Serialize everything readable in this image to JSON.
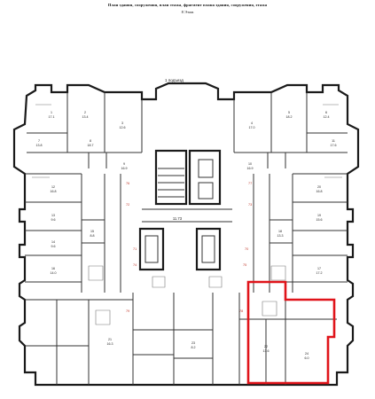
{
  "header": {
    "title": "План здания, сооружения, план этажа, фрагмент плана здания, сооружения, этажа",
    "floor": "8 Этаж"
  },
  "plan": {
    "entrance": "1 подъезд",
    "elevator_hall": "11.73",
    "rooms": [
      {
        "num": "1",
        "area": "17.1"
      },
      {
        "num": "2",
        "area": "13.4"
      },
      {
        "num": "3",
        "area": "12.6"
      },
      {
        "num": "4",
        "area": "17.0"
      },
      {
        "num": "5",
        "area": "18.2"
      },
      {
        "num": "6",
        "area": "12.4"
      },
      {
        "num": "7",
        "area": "13.8"
      },
      {
        "num": "8",
        "area": "18.7"
      },
      {
        "num": "9",
        "area": "16.9"
      },
      {
        "num": "10",
        "area": "16.9"
      },
      {
        "num": "11",
        "area": "17.6"
      },
      {
        "num": "12",
        "area": "16.8"
      },
      {
        "num": "13",
        "area": "9.6"
      },
      {
        "num": "14",
        "area": "9.6"
      },
      {
        "num": "15",
        "area": "8.8"
      },
      {
        "num": "16",
        "area": "14.0"
      },
      {
        "num": "17",
        "area": "17.2"
      },
      {
        "num": "18",
        "area": "13.3"
      },
      {
        "num": "19",
        "area": "15.6"
      },
      {
        "num": "20",
        "area": "16.8"
      },
      {
        "num": "21",
        "area": "16.3"
      },
      {
        "num": "22",
        "area": "13.6"
      },
      {
        "num": "23",
        "area": "8.2"
      },
      {
        "num": "24",
        "area": "6.0"
      }
    ],
    "markers": [
      "72",
      "73",
      "74",
      "75",
      "76",
      "77",
      "78",
      "79",
      "71",
      "70"
    ]
  },
  "colors": {
    "highlight": "#e0141a",
    "wall": "#1a1a1a",
    "line": "#6a6a6a"
  }
}
